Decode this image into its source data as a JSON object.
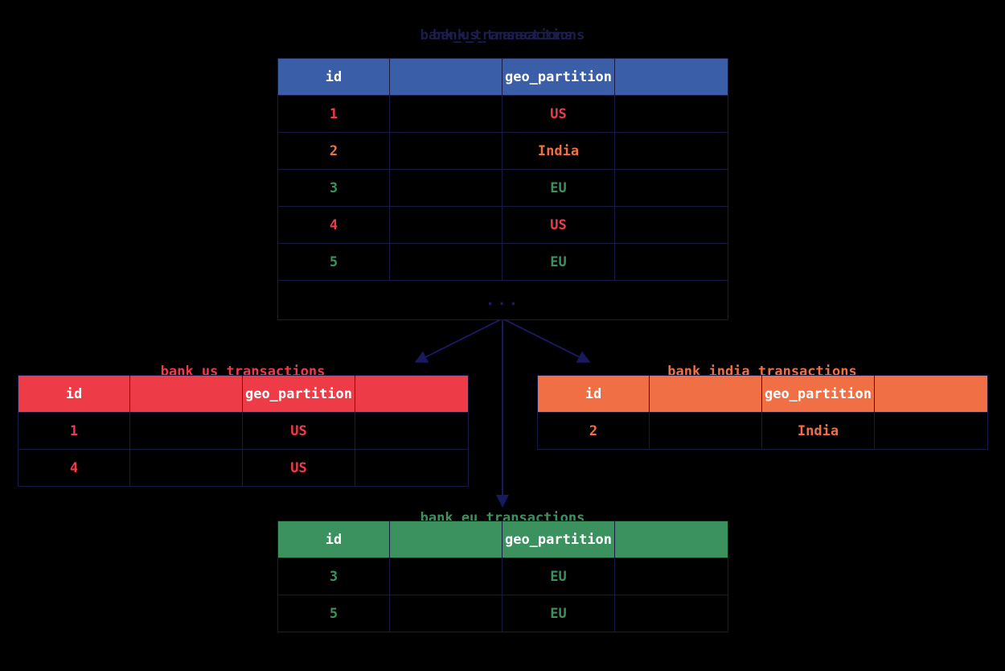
{
  "diagram": {
    "background": "#000000",
    "border_color": "#191946",
    "title_color": "#1c1c4e"
  },
  "colors": {
    "blue": "#3b5ea8",
    "red": "#ee3b48",
    "orange": "#f06f45",
    "green": "#3c925e",
    "border": "#191946",
    "arrow": "#191960"
  },
  "source_table": {
    "titles": [
      "bank_transactions",
      "bank_us_transactions"
    ],
    "header_color": "#3b5ea8",
    "columns": [
      "id",
      "",
      "geo_partition",
      ""
    ],
    "rows": [
      {
        "id": "1",
        "blank1": "",
        "geo_partition": "US",
        "blank2": "",
        "color": "#ee3b48"
      },
      {
        "id": "2",
        "blank1": "",
        "geo_partition": "India",
        "blank2": "",
        "color": "#f06f45"
      },
      {
        "id": "3",
        "blank1": "",
        "geo_partition": "EU",
        "blank2": "",
        "color": "#3c925e"
      },
      {
        "id": "4",
        "blank1": "",
        "geo_partition": "US",
        "blank2": "",
        "color": "#ee3b48"
      },
      {
        "id": "5",
        "blank1": "",
        "geo_partition": "EU",
        "blank2": "",
        "color": "#3c925e"
      }
    ],
    "ellipsis": "..."
  },
  "partitions": [
    {
      "name": "us-partition",
      "caption": "bank_us_transactions",
      "header_color": "#ee3b48",
      "value_color": "#ee3b48",
      "columns": [
        "id",
        "",
        "geo_partition",
        ""
      ],
      "rows": [
        {
          "id": "1",
          "blank1": "",
          "geo_partition": "US",
          "blank2": ""
        },
        {
          "id": "4",
          "blank1": "",
          "geo_partition": "US",
          "blank2": ""
        }
      ]
    },
    {
      "name": "india-partition",
      "caption": "bank_india_transactions",
      "header_color": "#f06f45",
      "value_color": "#f06f45",
      "columns": [
        "id",
        "",
        "geo_partition",
        ""
      ],
      "rows": [
        {
          "id": "2",
          "blank1": "",
          "geo_partition": "India",
          "blank2": ""
        }
      ]
    },
    {
      "name": "eu-partition",
      "caption": "bank_eu_transactions",
      "header_color": "#3c925e",
      "value_color": "#3c925e",
      "columns": [
        "id",
        "",
        "geo_partition",
        ""
      ],
      "rows": [
        {
          "id": "3",
          "blank1": "",
          "geo_partition": "EU",
          "blank2": ""
        },
        {
          "id": "5",
          "blank1": "",
          "geo_partition": "EU",
          "blank2": ""
        }
      ]
    }
  ]
}
